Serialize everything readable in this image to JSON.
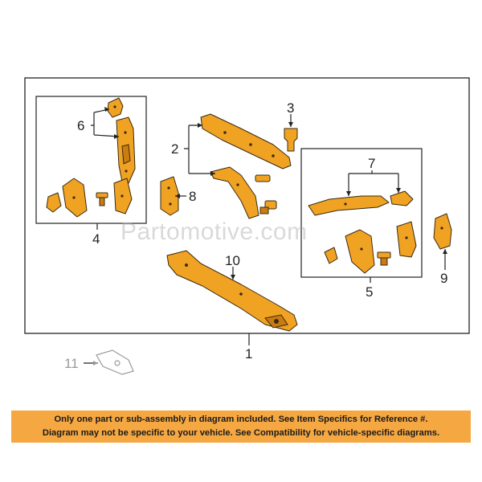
{
  "callouts": {
    "c1": "1",
    "c2": "2",
    "c3": "3",
    "c4": "4",
    "c5": "5",
    "c6": "6",
    "c7": "7",
    "c8": "8",
    "c9": "9",
    "c10": "10",
    "c11": "11"
  },
  "watermark": "Partomotive.com",
  "banner": {
    "line1": "Only one part or sub-assembly in diagram included. See Item Specifics for Reference #.",
    "line2": "Diagram may not be specific to your vehicle. See Compatibility for vehicle-specific diagrams."
  },
  "colors": {
    "part_fill": "#f0a223",
    "banner_bg": "#f5a742"
  }
}
